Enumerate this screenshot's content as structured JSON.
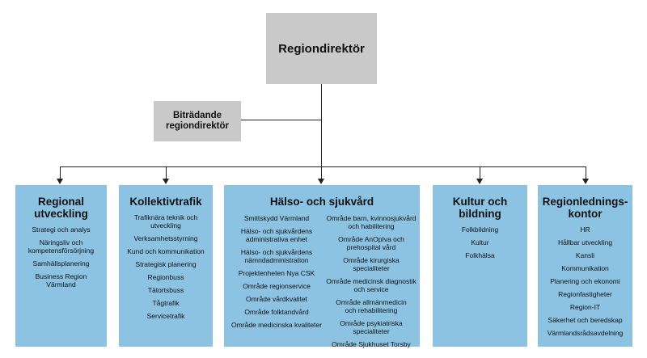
{
  "top": {
    "title": "Regiondirektör"
  },
  "deputy": {
    "line1": "Biträdande",
    "line2": "regiondirektör"
  },
  "departments": [
    {
      "title_lines": [
        "Regional",
        "utveckling"
      ],
      "items": [
        "Strategi och analys",
        "Näringsliv och kompetensförsörjning",
        "Samhällsplanering",
        "Business Region Värmland"
      ]
    },
    {
      "title_lines": [
        "Kollektivtrafik"
      ],
      "items": [
        "Trafiknära teknik och utveckling",
        "Verksamhetsstyrning",
        "Kund och kommunikation",
        "Strategisk planering",
        "Regionbuss",
        "Tätortsbuss",
        "Tågtrafik",
        "Servicetrafik"
      ]
    },
    {
      "title_lines": [
        "Hälso- och sjukvård"
      ],
      "left_items": [
        "Smittskydd Värmland",
        "Hälso- och sjukvårdens administrativa enhet",
        "Hälso- och sjukvårdens nämndadministration",
        "Projektenheten Nya CSK",
        "Område regionservice",
        "Område vårdkvalitet",
        "Område folktandvård",
        "Område medicinska kvaliteter"
      ],
      "right_items": [
        "Område barn, kvinnosjukvård och habilitering",
        "Område AnOpIva och prehospital vård",
        "Område kirurgiska specialiteter",
        "Område medicinsk diagnostik och service",
        "Område allmänmedicin och rehabilitering",
        "Område psykiatriska specialiteter",
        "Område Sjukhuset Torsby"
      ]
    },
    {
      "title_lines": [
        "Kultur och",
        "bildning"
      ],
      "items": [
        "Folkbildning",
        "Kultur",
        "Folkhälsa"
      ]
    },
    {
      "title_lines": [
        "Regionlednings-",
        "kontor"
      ],
      "items": [
        "HR",
        "Hållbar utveckling",
        "Kansli",
        "Kommunikation",
        "Planering och ekonomi",
        "Regionfastigheter",
        "Region-IT",
        "Säkerhet och beredskap",
        "Värmlandsrådsavdelning"
      ]
    }
  ]
}
